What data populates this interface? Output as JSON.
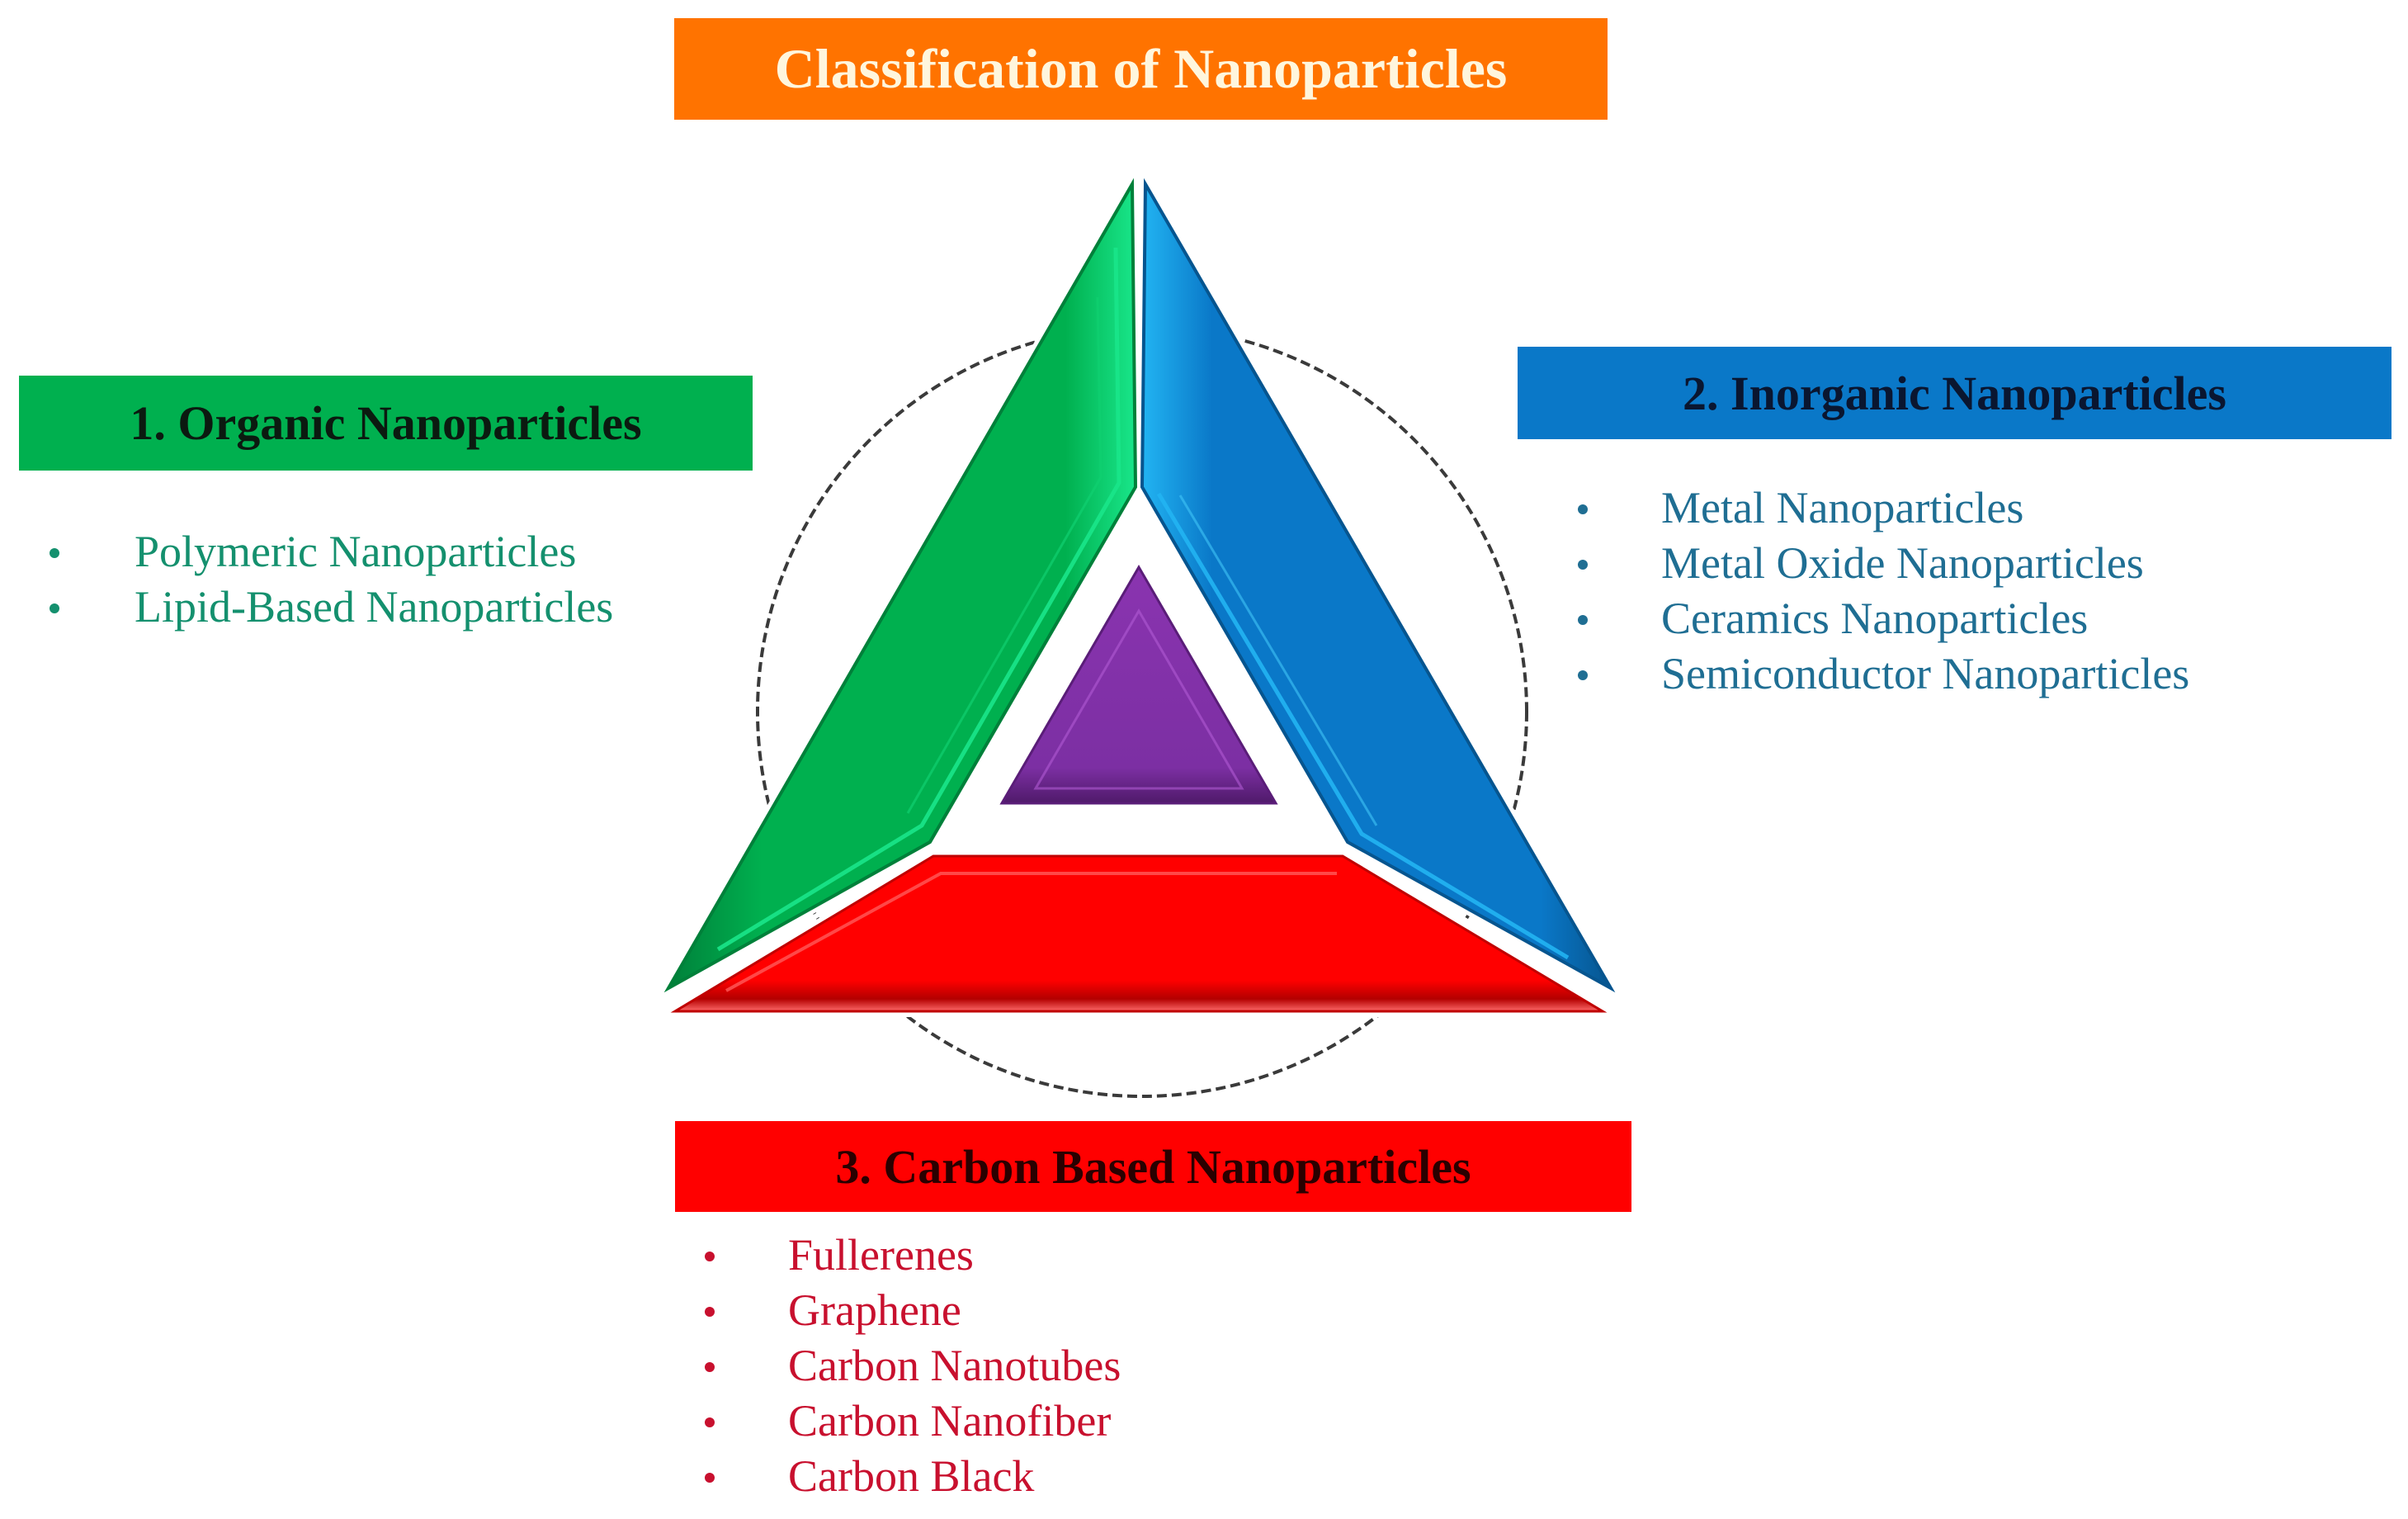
{
  "title": {
    "label": "Classification of Nanoparticles",
    "bg": "#ff7300",
    "color": "#fff6dd"
  },
  "categories": [
    {
      "id": "organic",
      "label": "1. Organic Nanoparticles",
      "bg": "#00b04f",
      "text_color": "#0b1a10",
      "item_color": "#14906e",
      "items": [
        "Polymeric Nanoparticles",
        "Lipid-Based Nanoparticles"
      ]
    },
    {
      "id": "inorganic",
      "label": "2. Inorganic Nanoparticles",
      "bg": "#0a78c8",
      "text_color": "#0a1630",
      "item_color": "#1f6e93",
      "items": [
        "Metal Nanoparticles",
        "Metal Oxide Nanoparticles",
        "Ceramics Nanoparticles",
        "Semiconductor Nanoparticles"
      ]
    },
    {
      "id": "carbon",
      "label": "3. Carbon Based Nanoparticles",
      "bg": "#ff0000",
      "text_color": "#2a0000",
      "item_color": "#c8102e",
      "items": [
        "Fullerenes",
        "Graphene",
        "Carbon Nanotubes",
        "Carbon Nanofiber",
        "Carbon Black"
      ]
    }
  ],
  "diagram": {
    "segments": [
      {
        "name": "organic-segment",
        "color": "#00b04f",
        "dark": "#00803a",
        "light": "#19e68a"
      },
      {
        "name": "inorganic-segment",
        "color": "#0a78c8",
        "dark": "#06558f",
        "light": "#22b4f2"
      },
      {
        "name": "carbon-segment",
        "color": "#ff0000",
        "dark": "#b30000",
        "light": "#ff4a4a"
      },
      {
        "name": "center-triangle",
        "color": "#8a34b0",
        "dark": "#5a1d78",
        "light": "#b05ad4"
      }
    ],
    "circle_style": "dashed"
  }
}
